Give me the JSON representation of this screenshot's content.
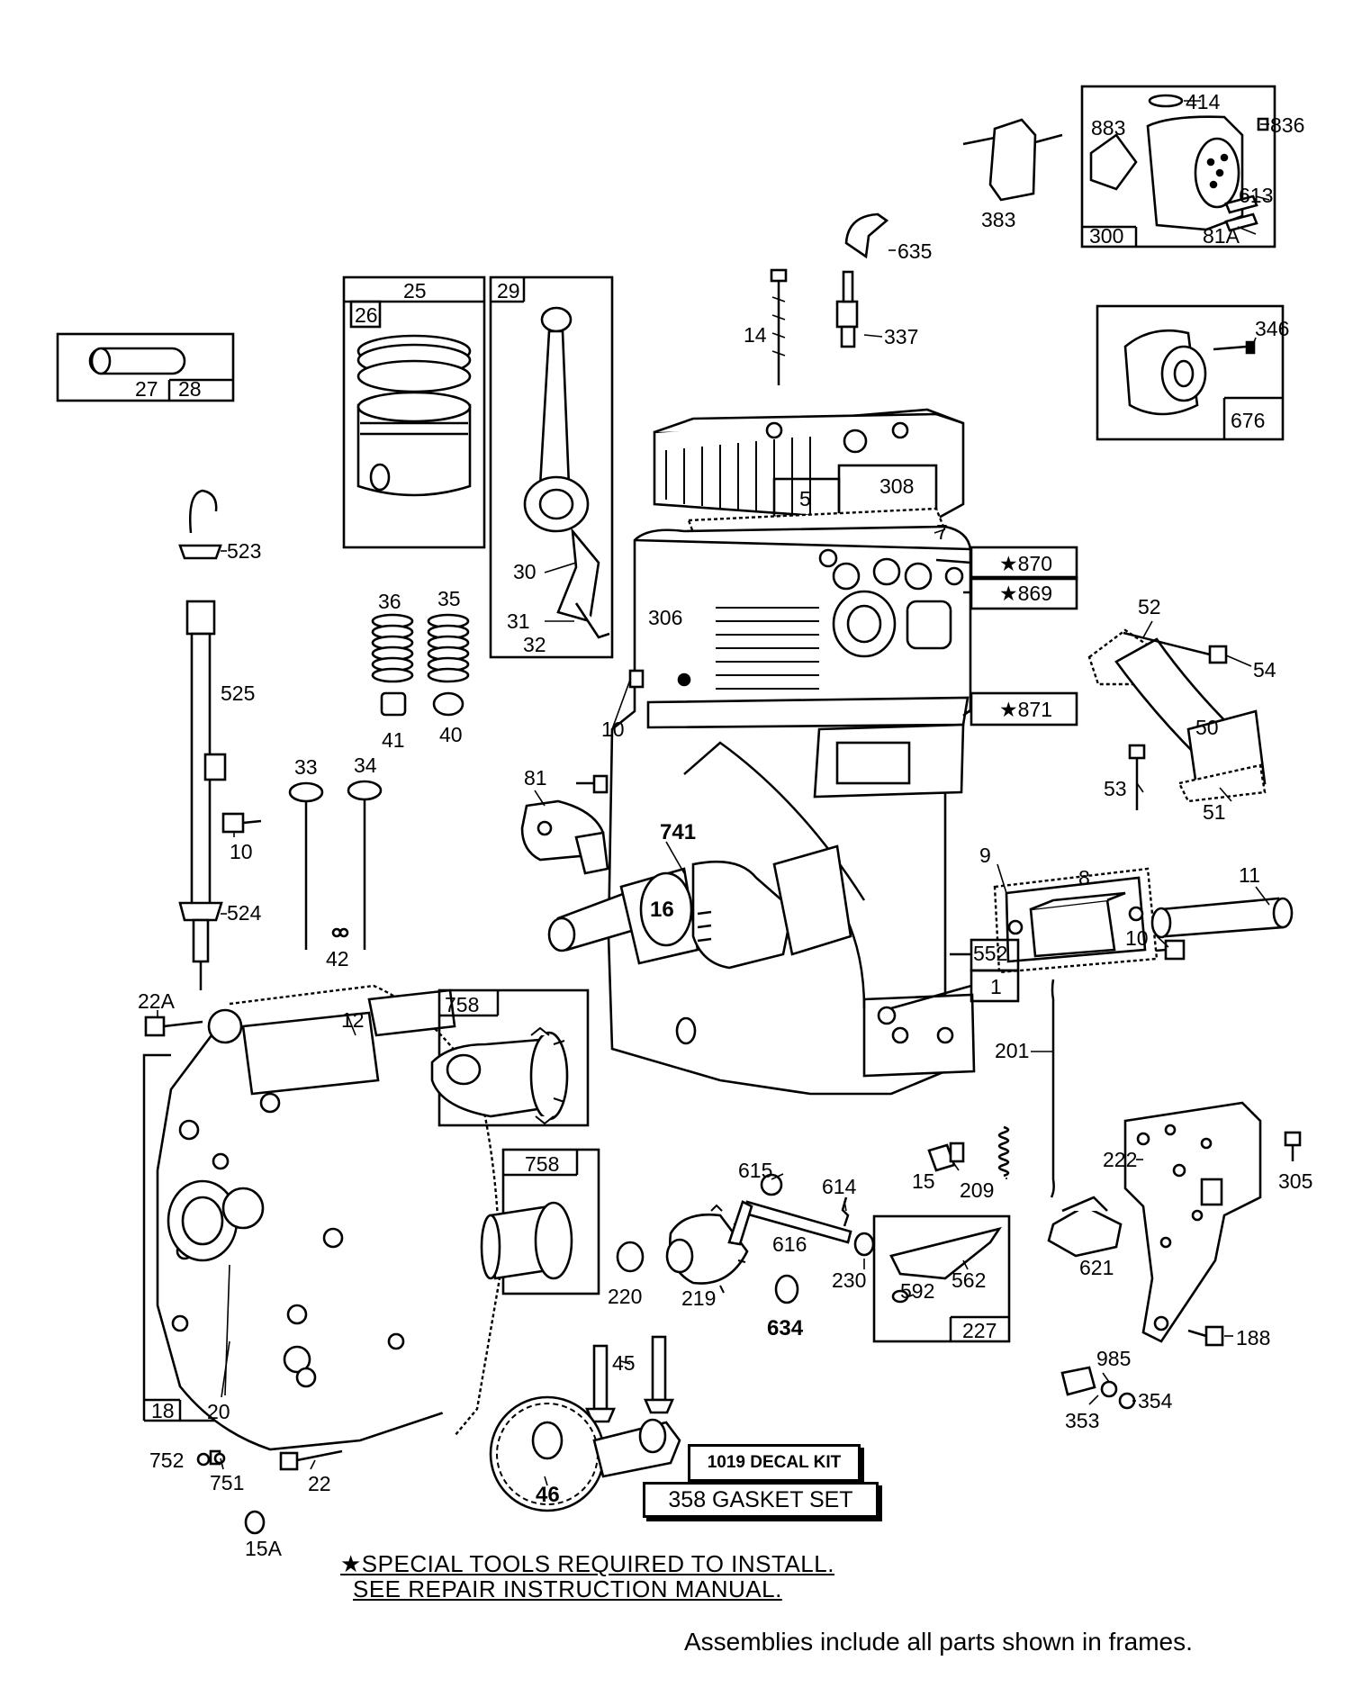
{
  "labels": {
    "l_414": "414",
    "l_836": "836",
    "l_883": "883",
    "l_613": "613",
    "l_383": "383",
    "l_300": "300",
    "l_81A": "81A",
    "l_635": "635",
    "l_14": "14",
    "l_337": "337",
    "l_346": "346",
    "l_676": "676",
    "l_25": "25",
    "l_26": "26",
    "l_29": "29",
    "l_27": "27",
    "l_28": "28",
    "l_5": "5",
    "l_308": "308",
    "l_7": "7",
    "l_523": "523",
    "l_870": "★870",
    "l_869": "★869",
    "l_871": "★871",
    "l_30": "30",
    "l_31": "31",
    "l_32": "32",
    "l_306": "306",
    "l_36": "36",
    "l_35": "35",
    "l_52": "52",
    "l_54": "54",
    "l_525": "525",
    "l_41": "41",
    "l_40": "40",
    "l_10a": "10",
    "l_50": "50",
    "l_33": "33",
    "l_34": "34",
    "l_81": "81",
    "l_53": "53",
    "l_51": "51",
    "l_10b": "10",
    "l_741": "741",
    "l_9": "9",
    "l_8": "8",
    "l_11": "11",
    "l_16": "16",
    "l_524": "524",
    "l_10c": "10",
    "l_42": "42",
    "l_552": "552",
    "l_1": "1",
    "l_22A": "22A",
    "l_12": "12",
    "l_758a": "758",
    "l_201": "201",
    "l_758b": "758",
    "l_222": "222",
    "l_305": "305",
    "l_615": "615",
    "l_614": "614",
    "l_15": "15",
    "l_209": "209",
    "l_616": "616",
    "l_230": "230",
    "l_562": "562",
    "l_621": "621",
    "l_220": "220",
    "l_219": "219",
    "l_592": "592",
    "l_634": "634",
    "l_227": "227",
    "l_188": "188",
    "l_985": "985",
    "l_45": "45",
    "l_354": "354",
    "l_353": "353",
    "l_18": "18",
    "l_20": "20",
    "l_752": "752",
    "l_751": "751",
    "l_22": "22",
    "l_46": "46",
    "l_15A": "15A"
  },
  "kits": {
    "decal": "1019 DECAL KIT",
    "gasket": "358 GASKET SET"
  },
  "notes": {
    "special_tools": "★SPECIAL TOOLS REQUIRED TO INSTALL.",
    "repair_manual": "SEE REPAIR INSTRUCTION MANUAL.",
    "assemblies": "Assemblies include all parts shown in frames."
  }
}
